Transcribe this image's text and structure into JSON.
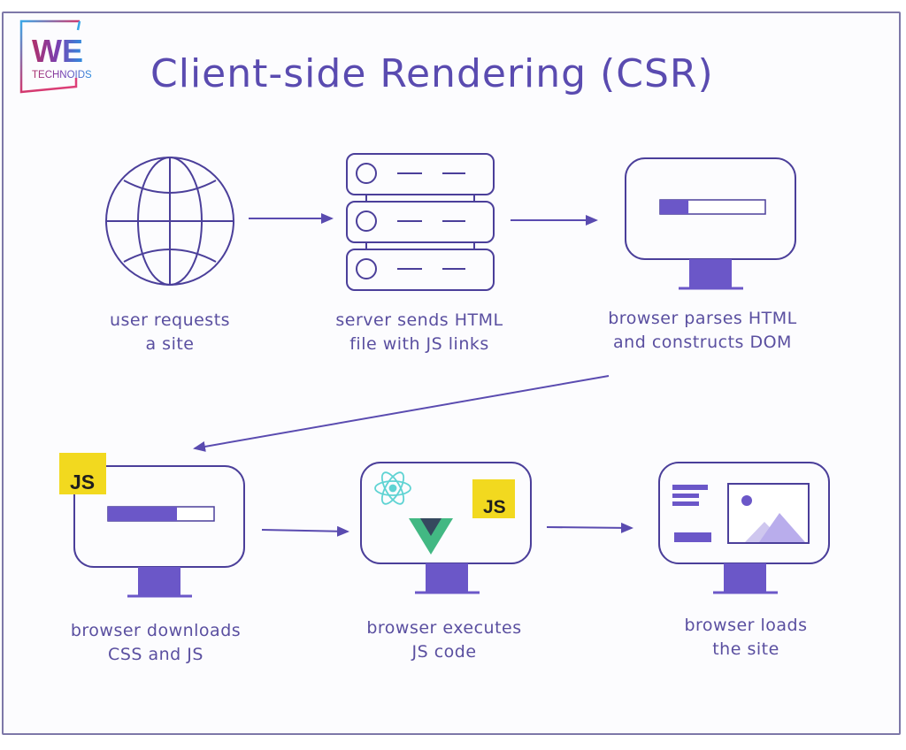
{
  "logo": {
    "line1": "WE",
    "line2": "TECHNOIDS"
  },
  "title": "Client-side Rendering (CSR)",
  "colors": {
    "ink": "#5a4bb0",
    "accent_fill": "#6b57c8",
    "js_yellow": "#f2d91f",
    "js_text": "#1e1e1e",
    "react_teal": "#5fd3d3",
    "vue_green": "#42b883",
    "vue_dark": "#35495e",
    "frame": "#7d78a8"
  },
  "steps": [
    {
      "id": 1,
      "icon": "globe-icon",
      "caption_line1": "user requests",
      "caption_line2": "a site"
    },
    {
      "id": 2,
      "icon": "server-icon",
      "caption_line1": "server sends HTML",
      "caption_line2": "file with JS links"
    },
    {
      "id": 3,
      "icon": "monitor-progress-icon",
      "caption_line1": "browser parses HTML",
      "caption_line2": "and constructs DOM",
      "progress": 0.27
    },
    {
      "id": 4,
      "icon": "monitor-js-download-icon",
      "caption_line1": "browser downloads",
      "caption_line2": "CSS and JS",
      "progress": 0.65,
      "badge": "JS"
    },
    {
      "id": 5,
      "icon": "monitor-frameworks-icon",
      "caption_line1": "browser executes",
      "caption_line2": "JS code",
      "badge": "JS",
      "frameworks": [
        "React",
        "Vue",
        "JavaScript"
      ]
    },
    {
      "id": 6,
      "icon": "monitor-site-loaded-icon",
      "caption_line1": "browser loads",
      "caption_line2": "the site"
    }
  ],
  "arrows": [
    {
      "from": 1,
      "to": 2
    },
    {
      "from": 2,
      "to": 3
    },
    {
      "from": 3,
      "to": 4
    },
    {
      "from": 4,
      "to": 5
    },
    {
      "from": 5,
      "to": 6
    }
  ]
}
